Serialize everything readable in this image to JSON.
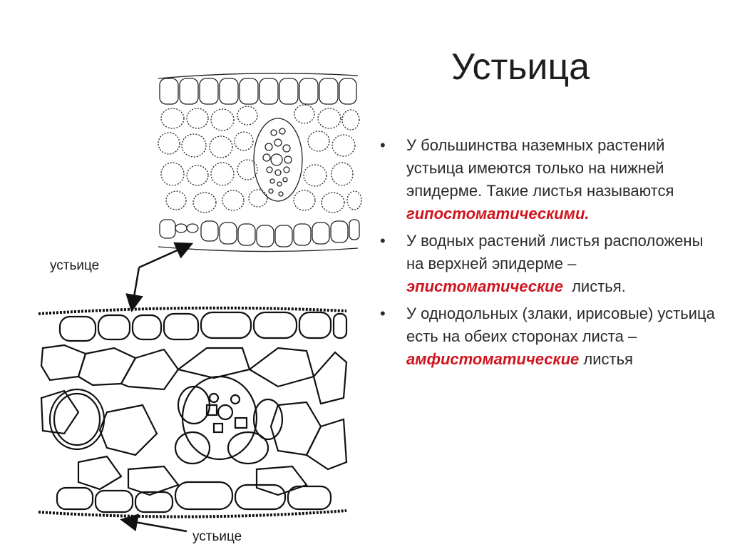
{
  "title": "Устьица",
  "bullets": [
    {
      "pre": "У большинства наземных растений устьица имеются только на нижней эпидерме. Такие листья называются ",
      "term": "гипостоматическими.",
      "post": ""
    },
    {
      "pre": "У водных растений листья расположены на верхней эпидерме – ",
      "term": "эпистоматические",
      "post": "  листья."
    },
    {
      "pre": "У однодольных (злаки, ирисовые) устьица есть на обеих сторонах листа – ",
      "term": "амфистоматические",
      "post": " листья"
    }
  ],
  "labels": {
    "top_stoma": "устьице",
    "bottom_stoma": "устьице"
  },
  "colors": {
    "term": "#d0141e",
    "text": "#2a2a2a"
  }
}
